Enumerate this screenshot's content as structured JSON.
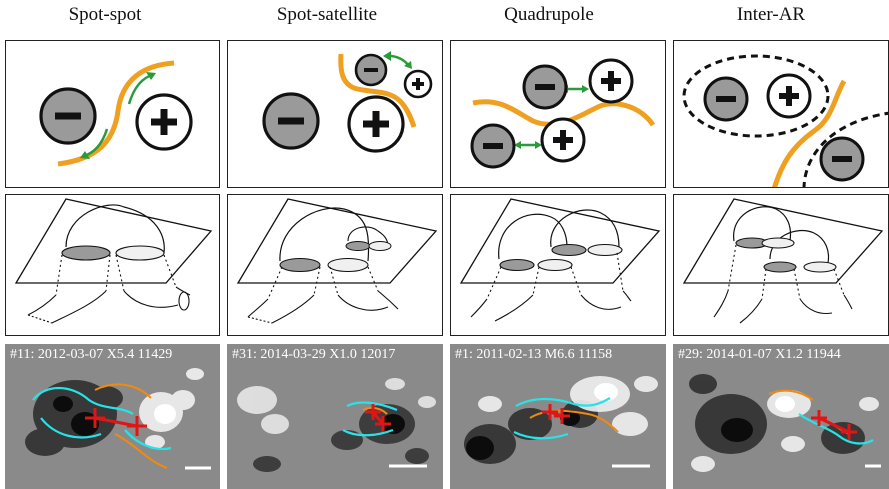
{
  "columns": [
    {
      "title": "Spot-spot"
    },
    {
      "title": "Spot-satellite"
    },
    {
      "title": "Quadrupole"
    },
    {
      "title": "Inter-AR"
    }
  ],
  "magnetograms": [
    {
      "label": "#11: 2012-03-07 X5.4 11429"
    },
    {
      "label": "#31: 2014-03-29 X1.0 12017"
    },
    {
      "label": "#1: 2011-02-13 M6.6 11158"
    },
    {
      "label": "#29: 2014-01-07 X1.2 11944"
    }
  ],
  "symbols": {
    "negative": "−",
    "positive": "+"
  },
  "colors": {
    "pil": "#f0a020",
    "motion_arrow": "#2a9a3a",
    "negative_spot": "#9a9a9a",
    "positive_spot": "#ffffff",
    "ribbon_cyan": "#27e3e8",
    "ribbon_orange": "#f08a10",
    "flux_marker": "#e01515",
    "magnetogram_bg": "#8a8a8a"
  }
}
